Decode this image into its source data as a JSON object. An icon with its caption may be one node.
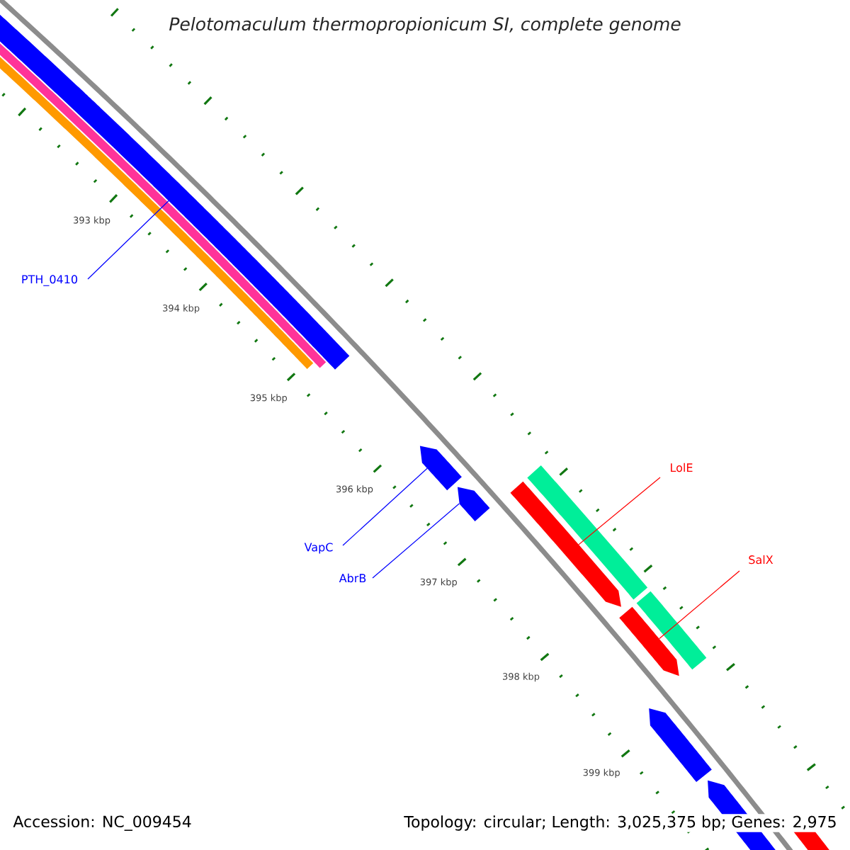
{
  "diagram": {
    "title": "Pelotomaculum thermopropionicum SI, complete genome",
    "nodes": [
      {
        "text": [
          "PTH_0410"
        ]
      },
      {
        "text": [],
        "shape": "bar"
      },
      {
        "text": [
          "VapC"
        ]
      },
      {
        "text": [],
        "shape": "bar"
      },
      {
        "text": [
          "AbrB"
        ]
      },
      {
        "text": [],
        "shape": "bar"
      },
      {
        "text": [
          "LolE"
        ]
      },
      {
        "text": [],
        "shape": "bar"
      },
      {
        "text": [
          "SalX"
        ]
      },
      {
        "text": [],
        "shape": "bar"
      }
    ],
    "edges": [
      {
        "from": 0,
        "to": 1,
        "arrow": "none"
      },
      {
        "from": 2,
        "to": 3,
        "arrow": "none"
      },
      {
        "from": 4,
        "to": 5,
        "arrow": "none"
      },
      {
        "from": 6,
        "to": 7,
        "arrow": "none",
        "color": "#ff0000"
      },
      {
        "from": 8,
        "to": 9,
        "arrow": "none",
        "color": "#ff0000"
      }
    ],
    "labels": [
      "393 kbp",
      "394 kbp",
      "395 kbp",
      "396 kbp",
      "397 kbp",
      "398 kbp",
      "399 kbp",
      "Accession: NC_009454",
      "Topology: circular; Length: 3,025,375 bp; Genes: 2,975"
    ]
  }
}
